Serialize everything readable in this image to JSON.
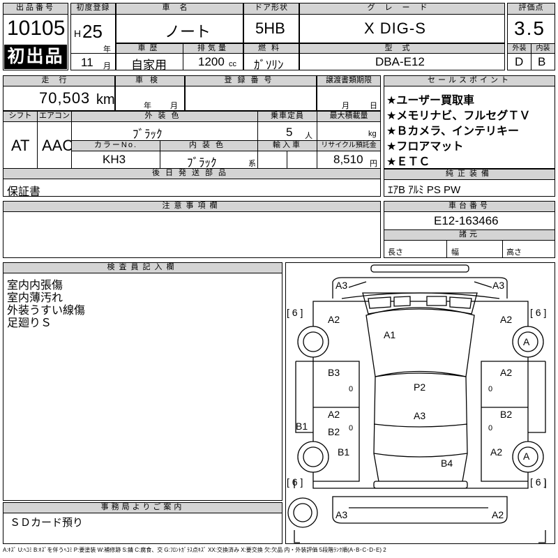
{
  "header": {
    "lot_no_label": "出品番号",
    "lot_no": "10105",
    "first_listing": "初出品",
    "reg_label": "初度登録",
    "reg_era": "H",
    "reg_year": "25",
    "reg_year_unit": "年",
    "reg_month": "11",
    "reg_month_unit": "月",
    "name_label": "車名",
    "car_name": "ノート",
    "door_label": "ドア形状",
    "door": "5HB",
    "grade_label": "グレード",
    "grade": "X DIG-S",
    "score_label": "評価点",
    "score": "3.5",
    "history_label": "車歴",
    "history": "自家用",
    "displacement_label": "排気量",
    "displacement": "1200",
    "displacement_unit": "cc",
    "fuel_label": "燃料",
    "fuel": "ｶﾞｿﾘﾝ",
    "model_label": "型式",
    "model": "DBA-E12",
    "exterior_label": "外装",
    "exterior": "D",
    "interior_label": "内装",
    "interior": "B"
  },
  "details": {
    "mileage_label": "走行",
    "mileage": "70,503",
    "mileage_unit": "km",
    "inspection_label": "車検",
    "inspection_year_unit": "年",
    "inspection_month_unit": "月",
    "plate_label": "登録番号",
    "deadline_label": "譲渡書類期限",
    "deadline_month_unit": "月",
    "deadline_day_unit": "日",
    "shift_label": "シフト",
    "shift": "AT",
    "ac_label": "エアコン",
    "ac": "AAC",
    "ext_color_label": "外装色",
    "ext_color": "ﾌﾞﾗｯｸ",
    "capacity_label": "乗車定員",
    "capacity": "5",
    "capacity_unit": "人",
    "load_label": "最大積載量",
    "load_unit": "kg",
    "color_no_label": "カラーNo.",
    "color_no": "KH3",
    "int_color_label": "内装色",
    "int_color": "ﾌﾞﾗｯｸ",
    "int_color_unit": "系",
    "import_label": "輸入車",
    "recycle_label": "リサイクル預託金",
    "recycle": "8,510",
    "recycle_unit": "円",
    "later_parts_label": "後日発送部品",
    "later_parts": "保証書",
    "notes_label": "注意事項欄"
  },
  "sales_points": {
    "label": "セールスポイント",
    "items": [
      "★ユーザー買取車",
      "★メモリナビ、フルセグＴＶ",
      "★Ｂカメラ、インテリキー",
      "★フロアマット",
      "★ＥＴＣ"
    ]
  },
  "equipment": {
    "label": "純正装備",
    "value": "ｴｱB ｱﾙﾐ PS PW"
  },
  "chassis": {
    "label": "車台番号",
    "value": "E12-163466",
    "dims_label": "諸元",
    "length_label": "長さ",
    "width_label": "幅",
    "height_label": "高さ"
  },
  "inspector": {
    "label": "検査員記入欄",
    "lines": [
      "室内内張傷",
      "室内薄汚れ",
      "外装うすい線傷",
      "足廻りＳ"
    ]
  },
  "office": {
    "label": "事務局よりご案内",
    "text": "ＳＤカード預り"
  },
  "diagram": {
    "marks": [
      "A3",
      "A3",
      "A2",
      "A2",
      "A1",
      "A",
      "B3",
      "A2",
      "P2",
      "A2",
      "A3",
      "B2",
      "B1",
      "B2",
      "B1",
      "A2",
      "B4",
      "A",
      "A3",
      "A2"
    ],
    "brackets": [
      "[ 6 ]",
      "[ 6 ]",
      "[ 6 ]",
      "[ 6 ]"
    ],
    "zero": "0"
  },
  "footer": {
    "legend": "A:ｷｽﾞ U:ﾍｺﾐ B:ｷｽﾞを伴うﾍｺﾐ P:要塗装 W:補修跡 S:錆 C:腐食、交 G:ﾌﾛﾝﾄｶﾞﾗｽ点ｷｽﾞ XX:交換済み X:要交換 欠:欠品 内・外装評価 5段階ﾗﾝｸ順(A･B･C･D･E) 2"
  }
}
